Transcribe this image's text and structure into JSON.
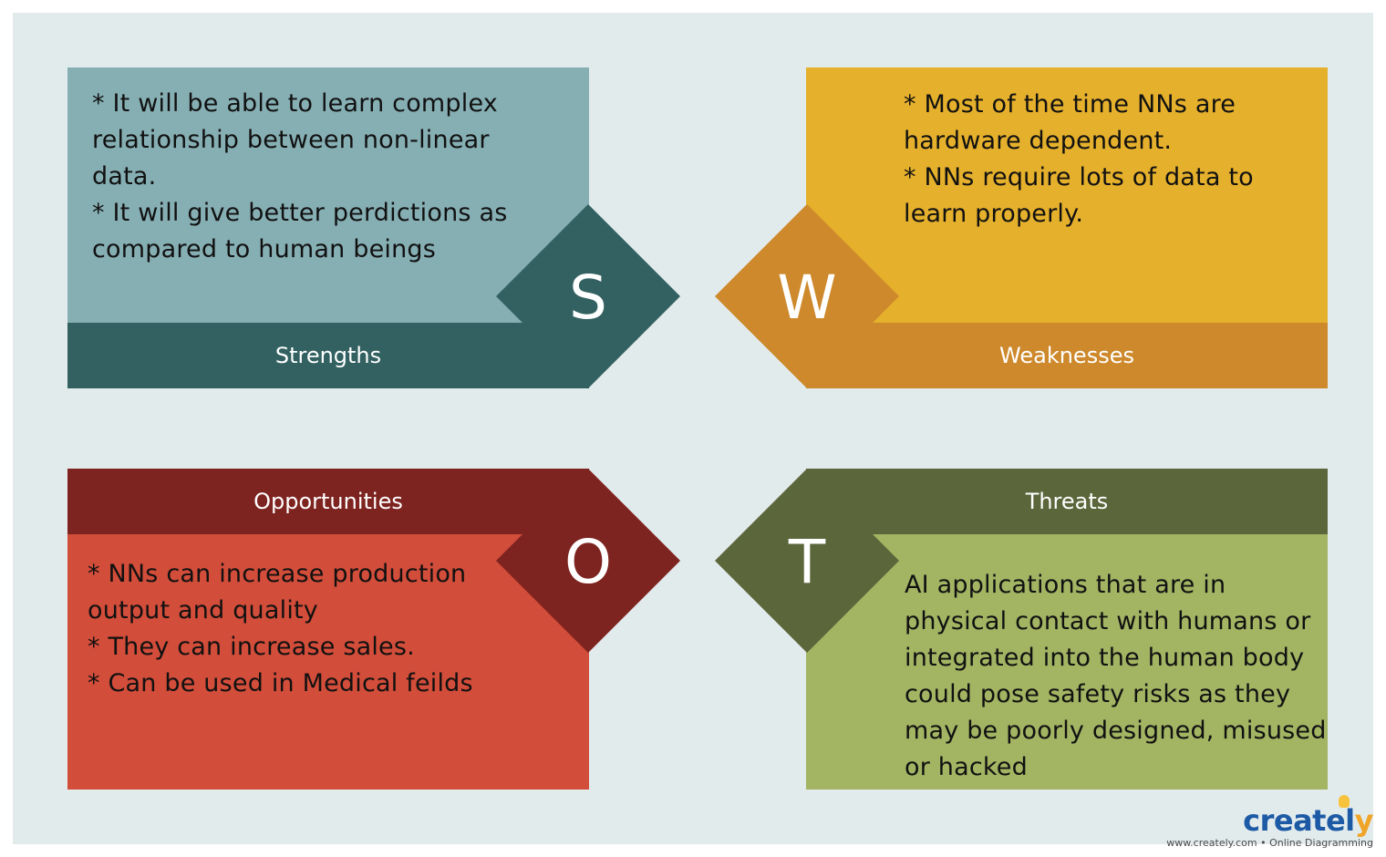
{
  "strengths": {
    "letter": "S",
    "label": "Strengths",
    "lines": [
      "* It will be able to learn complex",
      "relationship between non-linear",
      "data.",
      "* It will give better perdictions as",
      "compared to human beings"
    ],
    "colors": {
      "light": "#86afb4",
      "dark": "#336161"
    }
  },
  "weaknesses": {
    "letter": "W",
    "label": "Weaknesses",
    "lines": [
      "* Most of the time NNs are",
      "hardware dependent.",
      "* NNs require lots of data to",
      "learn properly."
    ],
    "colors": {
      "light": "#e5b02c",
      "dark": "#cd892b"
    }
  },
  "opportunities": {
    "letter": "O",
    "label": "Opportunities",
    "lines": [
      "* NNs can increase production",
      "output and quality",
      "* They can increase sales.",
      "* Can be used in Medical feilds"
    ],
    "colors": {
      "light": "#d24d3a",
      "dark": "#7e2420"
    }
  },
  "threats": {
    "letter": "T",
    "label": "Threats",
    "lines": [
      "AI applications that are in",
      "physical contact with humans or",
      "integrated into the human body",
      "could pose safety risks as they",
      "may be poorly designed, misused",
      "or hacked"
    ],
    "colors": {
      "light": "#a3b463",
      "dark": "#5b663b"
    }
  },
  "branding": {
    "name_main": "createl",
    "name_tail": "y",
    "tagline": "www.creately.com • Online Diagramming"
  }
}
